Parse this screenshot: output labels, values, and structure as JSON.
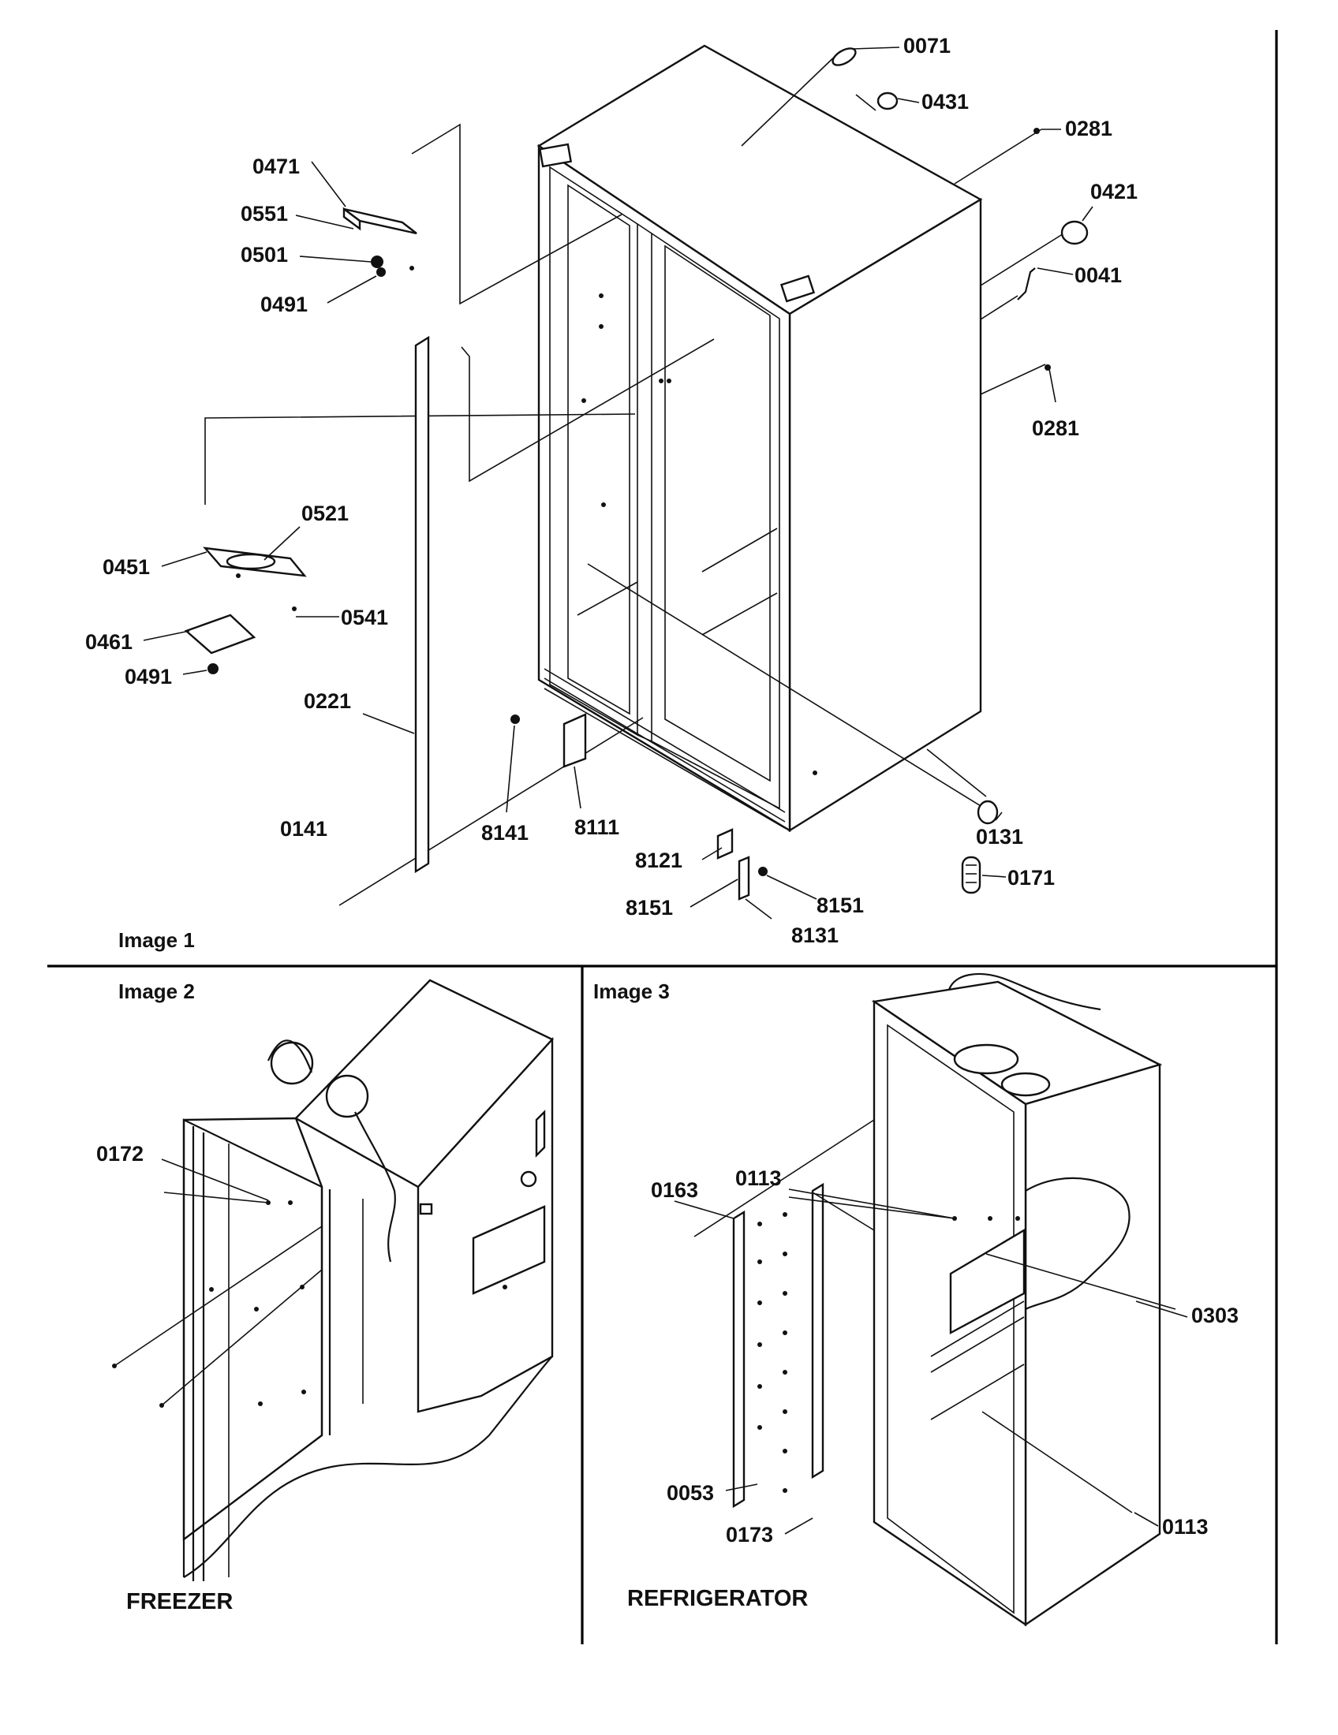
{
  "panels": [
    {
      "id": "image1",
      "caption": "Image 1"
    },
    {
      "id": "image2",
      "caption": "Image 2",
      "subtitle": "FREEZER"
    },
    {
      "id": "image3",
      "caption": "Image 3",
      "subtitle": "REFRIGERATOR"
    }
  ],
  "callouts": {
    "image1": [
      "0071",
      "0431",
      "0281",
      "0421",
      "0041",
      "0281",
      "0471",
      "0551",
      "0501",
      "0491",
      "0521",
      "0451",
      "0541",
      "0461",
      "0491",
      "0221",
      "0141",
      "8141",
      "8111",
      "0131",
      "8121",
      "0171",
      "8151",
      "8151",
      "8131"
    ],
    "image2": [
      "0172"
    ],
    "image3": [
      "0163",
      "0113",
      "0303",
      "0053",
      "0173",
      "0113"
    ]
  }
}
